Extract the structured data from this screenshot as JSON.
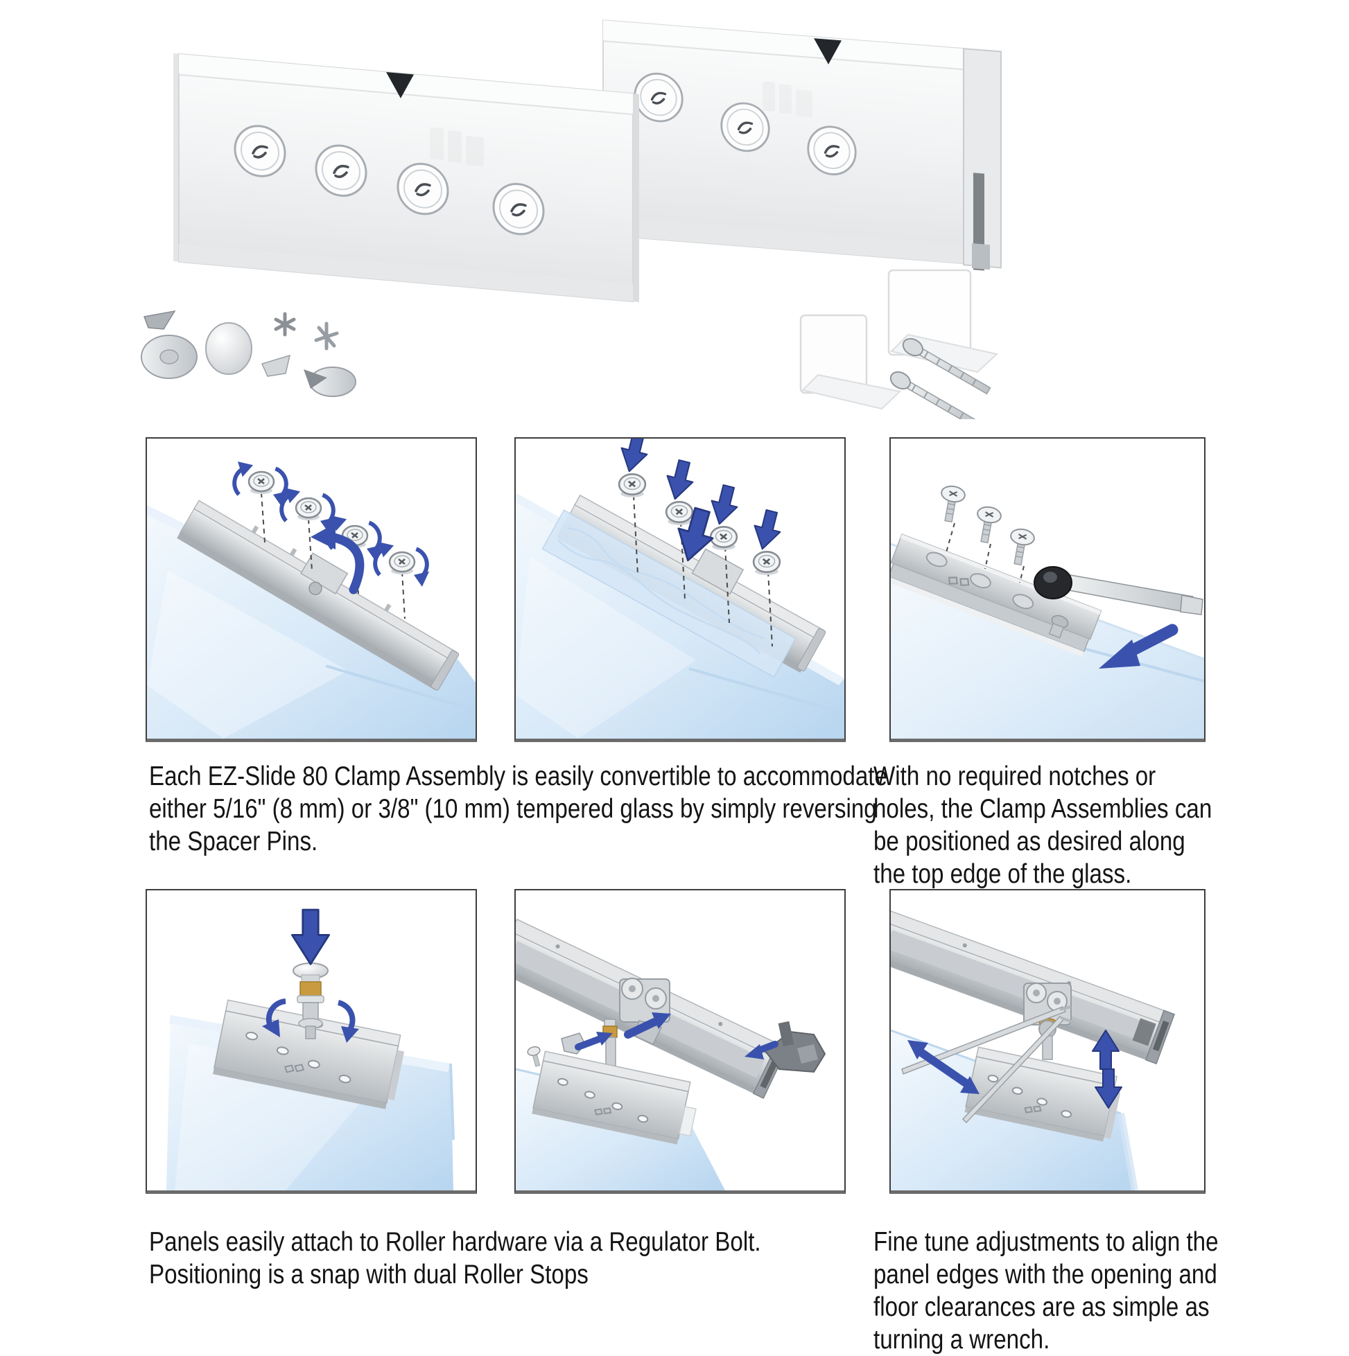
{
  "colors": {
    "arrow_blue": "#3a52ad",
    "arrow_blue_dark": "#26377e",
    "glass_light": "#f2f8fd",
    "glass_mid": "#cfe4f6",
    "glass_edge": "#bcd7ee",
    "metal_light": "#e9ebec",
    "metal_mid": "#b7bcc0",
    "clamp_white": "#f2f3f4",
    "brass": "#c99a3f",
    "panel_border": "#3e3e3e"
  },
  "captions": {
    "convertible": "Each EZ-Slide 80 Clamp Assembly is easily convertible to accommodate\neither 5/16\" (8 mm) or 3/8\" (10 mm) tempered glass by simply reversing\nthe Spacer Pins.",
    "no_notches": "With no required notches or\nholes, the Clamp Assemblies can\nbe positioned as desired along\nthe top edge of the glass.",
    "roller_attach": "Panels easily attach to Roller hardware via a Regulator Bolt.\nPositioning is a snap with dual Roller Stops",
    "fine_tune": "Fine tune adjustments to align the\npanel edges with the opening and\nfloor clearances are as simple as\nturning a wrench."
  }
}
